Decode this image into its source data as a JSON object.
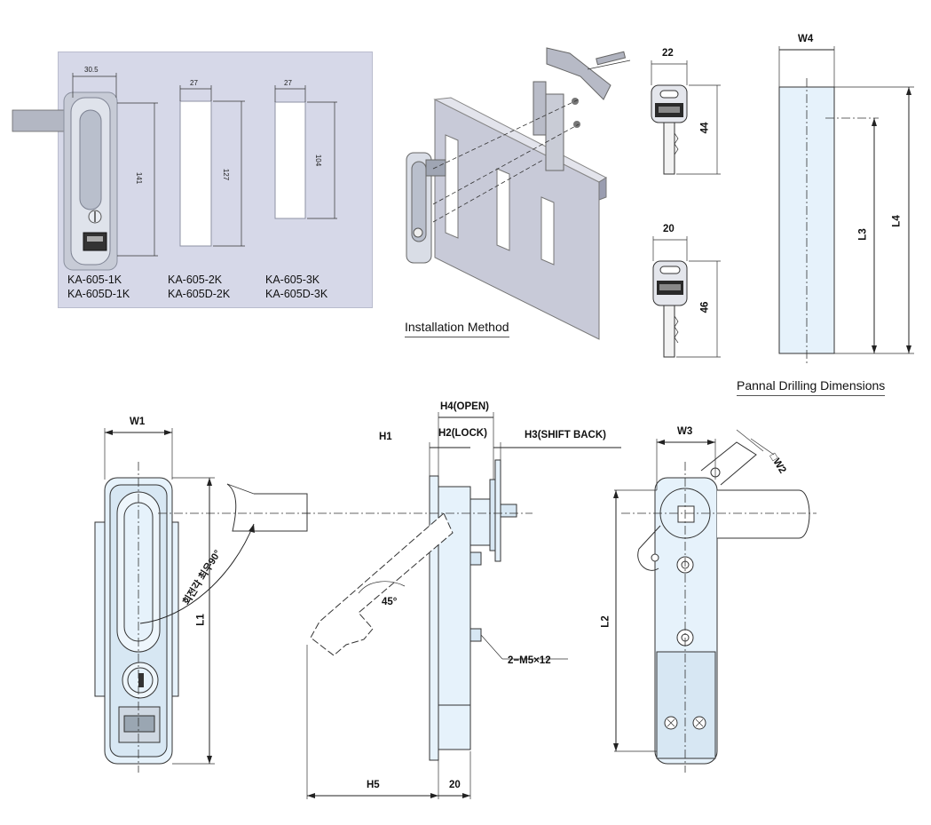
{
  "models": {
    "col1": [
      "KA-605-1K",
      "KA-605D-1K"
    ],
    "col2": [
      "KA-605-2K",
      "KA-605D-2K"
    ],
    "col3": [
      "KA-605-3K",
      "KA-605D-3K"
    ]
  },
  "panel_dims": {
    "width1": "30.5",
    "height1": "141",
    "width2": "27",
    "height2": "127",
    "width3": "27",
    "height3": "104"
  },
  "captions": {
    "installation": "Installation Method",
    "drilling": "Pannal Drilling Dimensions"
  },
  "key_dims": {
    "key1_width": "22",
    "key1_height": "44",
    "key2_width": "20",
    "key2_height": "46"
  },
  "drilling_dims": {
    "w4": "W4",
    "l3": "L3",
    "l4": "L4"
  },
  "front_view": {
    "w1": "W1",
    "l1": "L1",
    "rotation": "회전각 최우90°"
  },
  "side_view": {
    "h1": "H1",
    "h2": "H2(LOCK)",
    "h3": "H3(SHIFT BACK)",
    "h4": "H4(OPEN)",
    "h5": "H5",
    "depth": "20",
    "angle": "45°",
    "screws": "2−M5×12"
  },
  "rear_view": {
    "w3": "W3",
    "w2": "□W2",
    "l2": "L2"
  },
  "colors": {
    "panel_bg": "#d6d8e8",
    "part_fill": "#e6f2fb",
    "metal": "#c9ccd6"
  }
}
